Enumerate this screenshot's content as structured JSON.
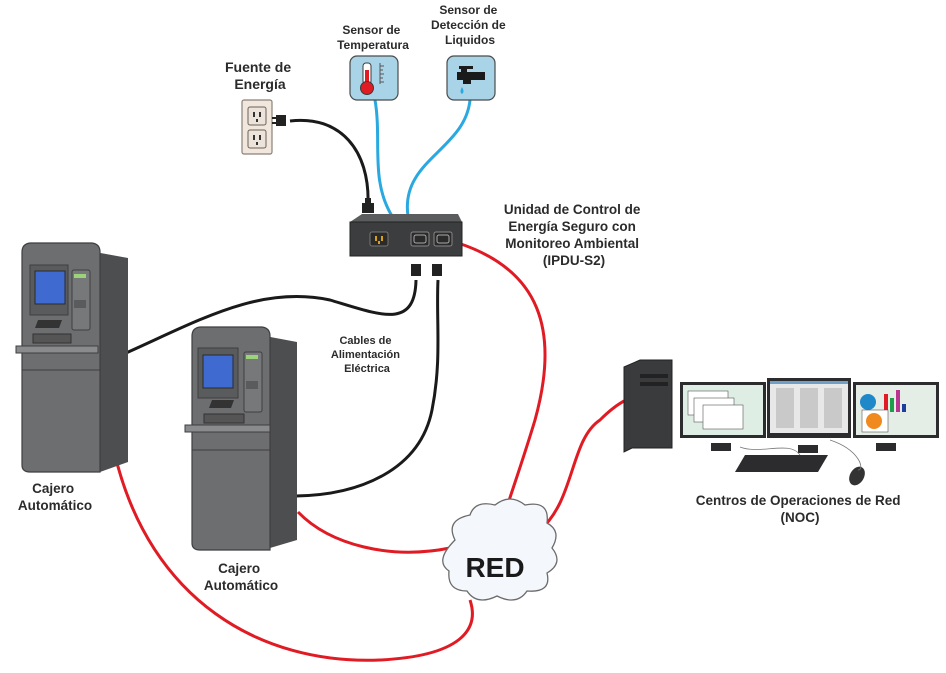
{
  "labels": {
    "power_source": [
      "Fuente de",
      "Energía"
    ],
    "temp_sensor": [
      "Sensor de",
      "Temperatura"
    ],
    "liquid_sensor": [
      "Sensor de",
      "Detección de",
      "Liquidos"
    ],
    "ipdu": [
      "Unidad de Control de",
      "Energía Seguro con",
      "Monitoreo Ambiental",
      "(IPDU-S2)"
    ],
    "power_cables": [
      "Cables de",
      "Alimentación",
      "Eléctrica"
    ],
    "atm_left": [
      "Cajero",
      "Automático"
    ],
    "atm_center": [
      "Cajero",
      "Automático"
    ],
    "network": "RED",
    "noc": [
      "Centros de Operaciones de Red",
      "(NOC)"
    ]
  },
  "colors": {
    "network_cable": "#e01b24",
    "sensor_cable": "#29a9e0",
    "power_cable": "#1a1a1a",
    "atm_body": "#6d6e70",
    "atm_screen": "#3f6bd1",
    "sensor_tile": "#a9d3e6",
    "cloud_fill": "#f4f7fb"
  }
}
